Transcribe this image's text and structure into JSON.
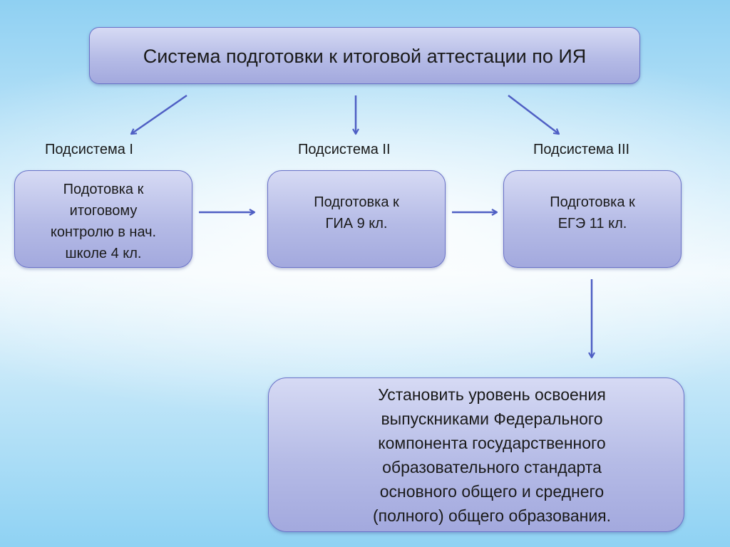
{
  "title": "Система подготовки к итоговой аттестации по ИЯ",
  "subsystems": [
    {
      "label": "Подсистема I",
      "text": "Подотовка к\nитоговому\nконтролю в нач.\nшколе 4 кл."
    },
    {
      "label": "Подсистема II",
      "text": "Подготовка к\nГИА 9 кл."
    },
    {
      "label": "Подсистема III",
      "text": "Подготовка к\nЕГЭ 11 кл."
    }
  ],
  "goal": "Установить уровень освоения\nвыпускниками Федерального\nкомпонента государственного\nобразовательного стандарта\nосновного общего и среднего\n(полного) общего образования.",
  "colors": {
    "arrow": "#4f5fc4",
    "box_border": "#6a72c8",
    "box_fill": "#b5bbe6"
  }
}
